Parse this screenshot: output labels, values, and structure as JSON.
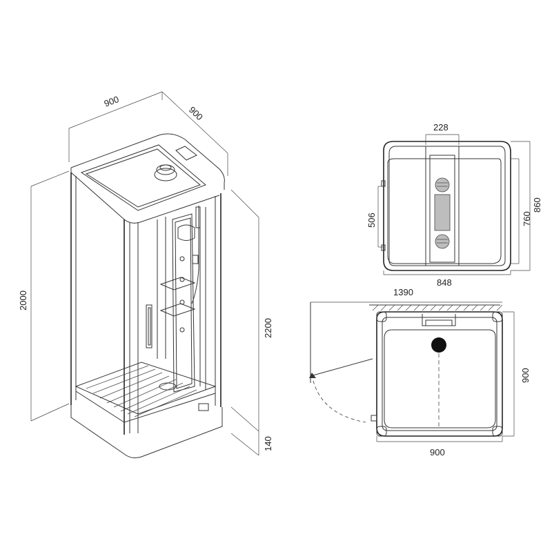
{
  "dimensions": {
    "iso_width": "900",
    "iso_depth": "900",
    "iso_height_total": "2000",
    "iso_height_inner": "2200",
    "iso_base": "140",
    "top_width": "228",
    "top_side_left": "506",
    "top_side_right_outer": "860",
    "top_side_right_inner": "760",
    "top_bottom_width": "848",
    "plan_overall": "1390",
    "plan_height": "900",
    "plan_width": "900"
  }
}
